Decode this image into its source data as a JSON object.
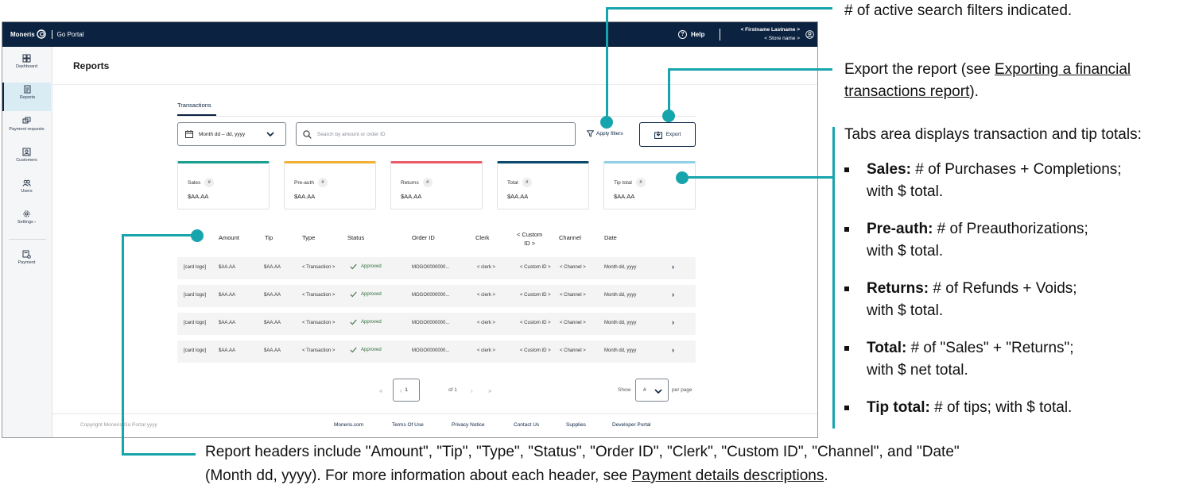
{
  "app": {
    "brand": "Moneris",
    "portal": "Go Portal",
    "help": "Help",
    "user_name": "< Firstname Lastname >",
    "store_name": "< Store name >"
  },
  "sidebar": {
    "items": [
      {
        "label": "Dashboard",
        "icon": "dashboard-icon"
      },
      {
        "label": "Reports",
        "icon": "reports-icon",
        "active": true
      },
      {
        "label": "Payment requests",
        "icon": "payment-requests-icon"
      },
      {
        "label": "Customers",
        "icon": "customers-icon"
      },
      {
        "label": "Users",
        "icon": "users-icon"
      },
      {
        "label": "Settings ›",
        "icon": "gear-icon"
      },
      {
        "label": "Payment",
        "icon": "payment-terminal-icon"
      }
    ]
  },
  "page": {
    "title": "Reports",
    "tab": "Transactions"
  },
  "filters": {
    "date_value": "Month dd – dd, yyyy",
    "search_placeholder": "Search by amount or order ID",
    "apply_filters": "Apply filters",
    "export": "Export"
  },
  "cards": [
    {
      "label": "Sales",
      "badge": "#",
      "amount": "$AA.AA",
      "color": "#1a9e8f"
    },
    {
      "label": "Pre-auth",
      "badge": "#",
      "amount": "$AA.AA",
      "color": "#f2b134"
    },
    {
      "label": "Returns",
      "badge": "#",
      "amount": "$AA.AA",
      "color": "#ec5a67"
    },
    {
      "label": "Total",
      "badge": "#",
      "amount": "$AA.AA",
      "color": "#0b4a6f"
    },
    {
      "label": "Tip total",
      "badge": "#",
      "amount": "$AA.AA",
      "color": "#8fd0e6"
    }
  ],
  "table": {
    "headers": {
      "amount": "Amount",
      "tip": "Tip",
      "type": "Type",
      "status": "Status",
      "order_id": "Order ID",
      "clerk": "Clerk",
      "custom_id_line1": "< Custom",
      "custom_id_line2": "ID >",
      "channel": "Channel",
      "date": "Date"
    },
    "rows": [
      {
        "card": "[card logo]",
        "amount": "$AA.AA",
        "tip": "$AA.AA",
        "type": "< Transaction >",
        "status": "Approved",
        "order_id": "MOGO0000000...",
        "clerk": "< clerk >",
        "custom_id": "< Custom ID >",
        "channel": "< Channel >",
        "date": "Month dd, yyyy"
      },
      {
        "card": "[card logo]",
        "amount": "$AA.AA",
        "tip": "$AA.AA",
        "type": "< Transaction >",
        "status": "Approved",
        "order_id": "MOGO0000000...",
        "clerk": "< clerk >",
        "custom_id": "< Custom ID >",
        "channel": "< Channel >",
        "date": "Month dd, yyyy"
      },
      {
        "card": "[card logo]",
        "amount": "$AA.AA",
        "tip": "$AA.AA",
        "type": "< Transaction >",
        "status": "Approved",
        "order_id": "MOGO0000000...",
        "clerk": "< clerk >",
        "custom_id": "< Custom ID >",
        "channel": "< Channel >",
        "date": "Month dd, yyyy"
      },
      {
        "card": "[card logo]",
        "amount": "$AA.AA",
        "tip": "$AA.AA",
        "type": "< Transaction >",
        "status": "Approved",
        "order_id": "MOGO0000000...",
        "clerk": "< clerk >",
        "custom_id": "< Custom ID >",
        "channel": "< Channel >",
        "date": "Month dd, yyyy"
      }
    ]
  },
  "pagination": {
    "page": "1",
    "of": "of 1",
    "show": "Show",
    "per_page_value": "#",
    "per_page": "per page"
  },
  "footer": {
    "copyright": "Copyright Moneris Go Portal yyyy",
    "links": [
      "Moneris.com",
      "Terms Of Use",
      "Privacy Notice",
      "Contact Us",
      "Supplies",
      "Developer Portal"
    ]
  },
  "annotations": {
    "filters": "# of active search filters indicated.",
    "export_line1_pre": "Export the report (see ",
    "export_line1_link": "Exporting a financial",
    "export_line2_link": "transactions report",
    "export_line2_post": ").",
    "tabs_intro": "Tabs area displays transaction and tip totals:",
    "bullets": [
      {
        "bold": "Sales:",
        "line1": " # of Purchases + Completions;",
        "line2": "with $ total."
      },
      {
        "bold": "Pre-auth:",
        "line1": " # of Preauthorizations;",
        "line2": "with $ total."
      },
      {
        "bold": "Returns:",
        "line1": " # of Refunds + Voids;",
        "line2": "with $ total."
      },
      {
        "bold": "Total:",
        "line1": " # of \"Sales\" + \"Returns\";",
        "line2": "with $ net total."
      },
      {
        "bold": "Tip total:",
        "line1": " # of tips; with $ total.",
        "line2": ""
      }
    ],
    "headers_line1": "Report headers include \"Amount\", \"Tip\", \"Type\", \"Status\", \"Order ID\", \"Clerk\", \"Custom ID\", \"Channel\", and \"Date\"",
    "headers_line2_pre": "(Month dd, yyyy).  For more information about each header, see ",
    "headers_line2_link": "Payment details descriptions",
    "headers_line2_post": ".",
    "accent_color": "#17a5ad"
  }
}
